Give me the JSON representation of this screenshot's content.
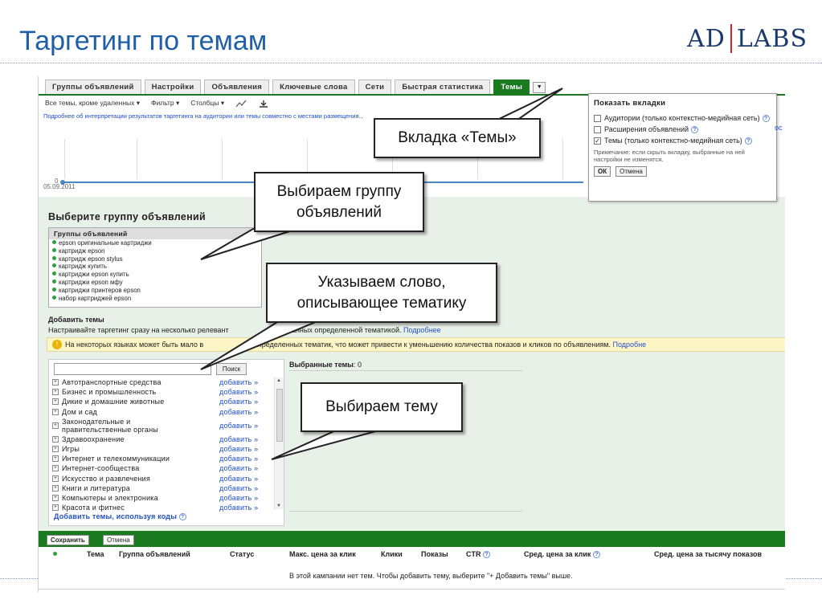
{
  "slide": {
    "title": "Таргетинг по темам",
    "logo_left": "AD",
    "logo_right": "LABS"
  },
  "tabs": [
    {
      "label": "Группы объявлений",
      "active": false
    },
    {
      "label": "Настройки",
      "active": false
    },
    {
      "label": "Объявления",
      "active": false
    },
    {
      "label": "Ключевые слова",
      "active": false
    },
    {
      "label": "Сети",
      "active": false
    },
    {
      "label": "Быстрая статистика",
      "active": false
    },
    {
      "label": "Темы",
      "active": true
    }
  ],
  "toolbar": {
    "filter_all": "Все темы, кроме удаленных ▾",
    "filter": "Фильтр ▾",
    "columns": "Столбцы ▾",
    "graph_icon": "line-chart-icon",
    "download_icon": "download-icon"
  },
  "info_link": "Подробнее об интерпретации результатов таргетинга на аудитории или темы совместно с местами размещения...",
  "graph": {
    "y_zero": "0",
    "date": "05.09.2011"
  },
  "adgroups": {
    "title": "Выберите группу объявлений",
    "header": "Группы объявлений",
    "items": [
      "epson оригинальные картриджи",
      "картридж epson",
      "картридж epson stylus",
      "картридж купить",
      "картриджи epson купить",
      "картриджи epson мфу",
      "картриджи принтеров epson",
      "набор картриджей epson"
    ]
  },
  "add_topics": {
    "title": "Добавить темы",
    "desc_start": "Настраивайте таргетинг сразу на несколько релевант",
    "desc_end": "ц, связанных определенной тематикой.",
    "desc_link": "Подробнее",
    "warning_start": "На некоторых языках может быть мало в",
    "warning_end": "иц определенных тематик, что может привести к уменьшению количества показов и кликов по объявлениям.",
    "warning_link": "Подробне",
    "search_placeholder": "",
    "search_button": "Поиск",
    "add_label": "добавить »",
    "topics": [
      "Автотранспортные средства",
      "Бизнес и промышленность",
      "Дикие и домашние животные",
      "Дом и сад",
      "Законодательные и правительственные органы",
      "Здравоохранение",
      "Игры",
      "Интернет и телекоммуникации",
      "Интернет-сообщества",
      "Искусство и развлечения",
      "Книги и литература",
      "Компьютеры и электроника",
      "Красота и фитнес"
    ],
    "add_by_codes": "Добавить темы, используя коды",
    "selected_label": "Выбранные темы",
    "selected_count": ": 0"
  },
  "save_bar": {
    "save": "Сохранить",
    "cancel": "Отмена"
  },
  "table": {
    "columns": [
      "Тема",
      "Группа объявлений",
      "Статус",
      "Макс. цена за клик",
      "Клики",
      "Показы",
      "CTR",
      "Сред. цена за клик",
      "Сред. цена за тысячу показов"
    ],
    "empty_message": "В этой кампании нет тем. Чтобы добавить тему, выберите \"+ Добавить темы\" выше."
  },
  "popup": {
    "title": "Показать вкладки",
    "options": [
      {
        "label": "Аудитории (только контекстно-медийная сеть)",
        "checked": false
      },
      {
        "label": "Расширения объявлений",
        "checked": false
      },
      {
        "label": "Темы (только контекстно-медийная сеть)",
        "checked": true
      }
    ],
    "note": "Примечание: если скрыть вкладку, выбранные на ней настройки не изменятся.",
    "ok": "ОК",
    "cancel": "Отмена",
    "cut_letter": "ос"
  },
  "callouts": {
    "tab": "Вкладка «Темы»",
    "group": "Выбираем группу объявлений",
    "word": "Указываем слово, описывающее тематику",
    "topic": "Выбираем тему"
  },
  "colors": {
    "title_blue": "#1f5fa8",
    "green": "#1a7a1f",
    "link_blue": "#1f4fcc",
    "logo_red": "#d6242a"
  }
}
